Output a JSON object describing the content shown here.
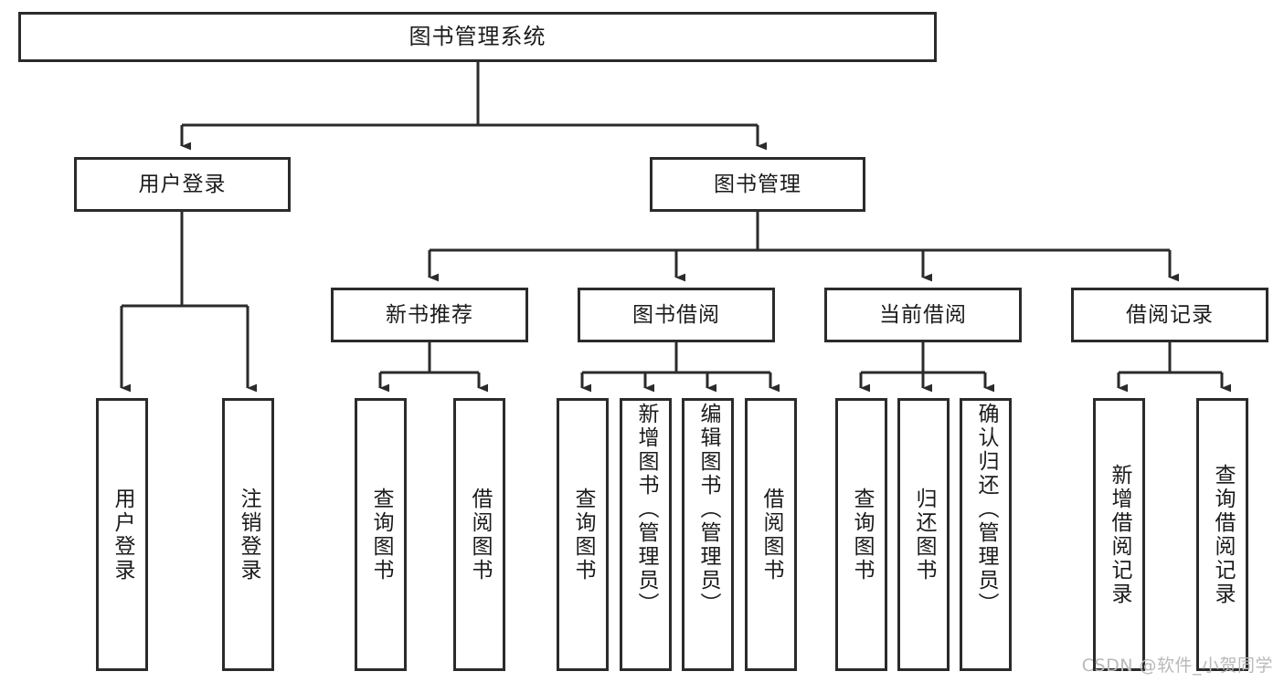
{
  "diagram": {
    "title": "图书管理系统",
    "type": "tree",
    "orientation": "top-down",
    "colors": {
      "box_border": "#2b2b2b",
      "box_fill": "#ffffff",
      "connector": "#2b2b2b",
      "text": "#1b1b1b",
      "watermark": "#b9b9b9",
      "background": "#ffffff"
    },
    "root": {
      "label": "图书管理系统"
    },
    "level2": [
      {
        "label": "用户登录"
      },
      {
        "label": "图书管理"
      }
    ],
    "level3": [
      {
        "label": "新书推荐"
      },
      {
        "label": "图书借阅"
      },
      {
        "label": "当前借阅"
      },
      {
        "label": "借阅记录"
      }
    ],
    "leaves": {
      "user_login": [
        {
          "label": "用户登录"
        },
        {
          "label": "注销登录"
        }
      ],
      "new_book_recommend": [
        {
          "label": "查询图书"
        },
        {
          "label": "借阅图书"
        }
      ],
      "book_borrow": [
        {
          "label": "查询图书"
        },
        {
          "label": "新增图书（管理员）"
        },
        {
          "label": "编辑图书（管理员）"
        },
        {
          "label": "借阅图书"
        }
      ],
      "current_borrow": [
        {
          "label": "查询图书"
        },
        {
          "label": "归还图书"
        },
        {
          "label": "确认归还（管理员）"
        }
      ],
      "borrow_record": [
        {
          "label": "新增借阅记录"
        },
        {
          "label": "查询借阅记录"
        }
      ]
    },
    "watermark": "CSDN @软件_小贺同学"
  }
}
